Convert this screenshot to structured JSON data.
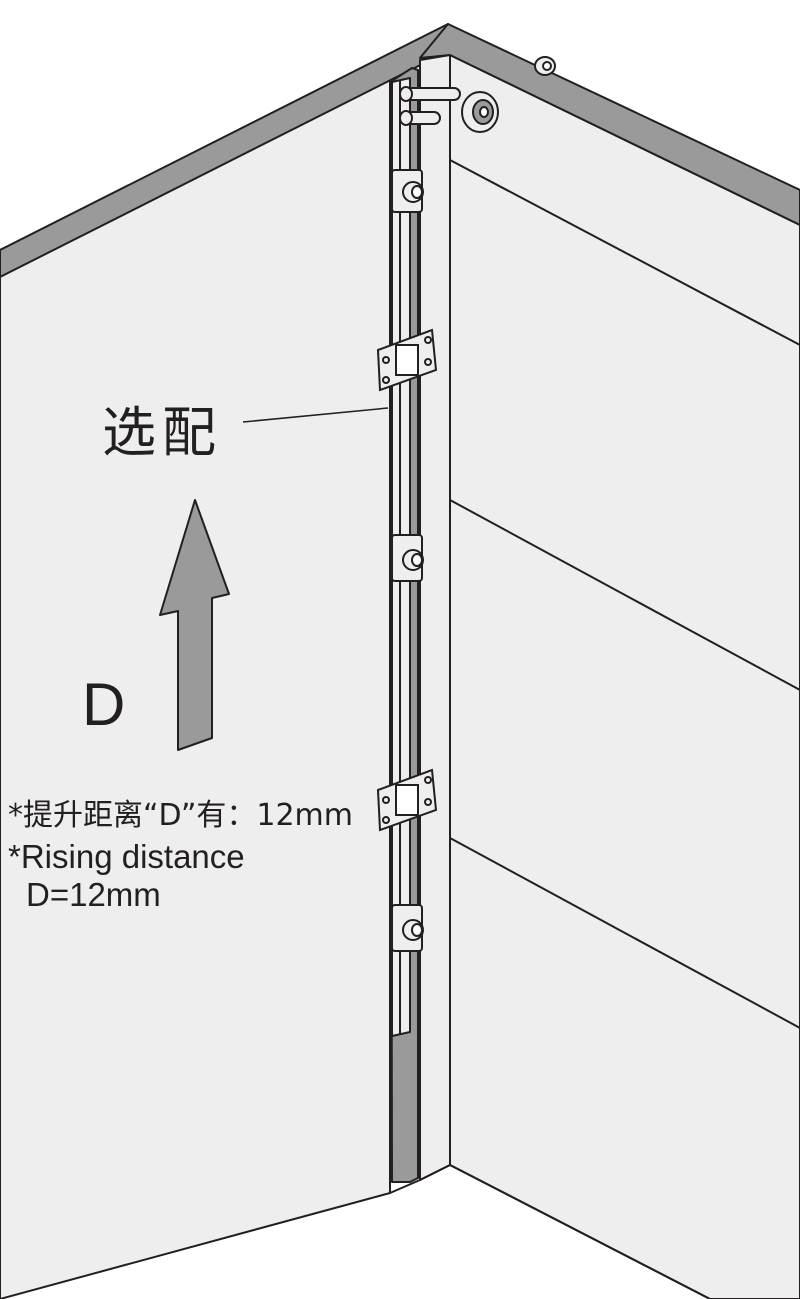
{
  "labels": {
    "optional": "选配",
    "distance_symbol": "D",
    "note_cn": "*提升距离“D”有：12mm",
    "note_en_line1": "*Rising distance",
    "note_en_line2": "D=12mm"
  },
  "icons": {
    "arrow": "up-arrow-icon"
  },
  "colors": {
    "panel_fill": "#eeeeee",
    "edge_fill": "#9a9a9a",
    "arrow_fill": "#9a9a9a",
    "stroke": "#231f20",
    "text": "#231f20"
  }
}
